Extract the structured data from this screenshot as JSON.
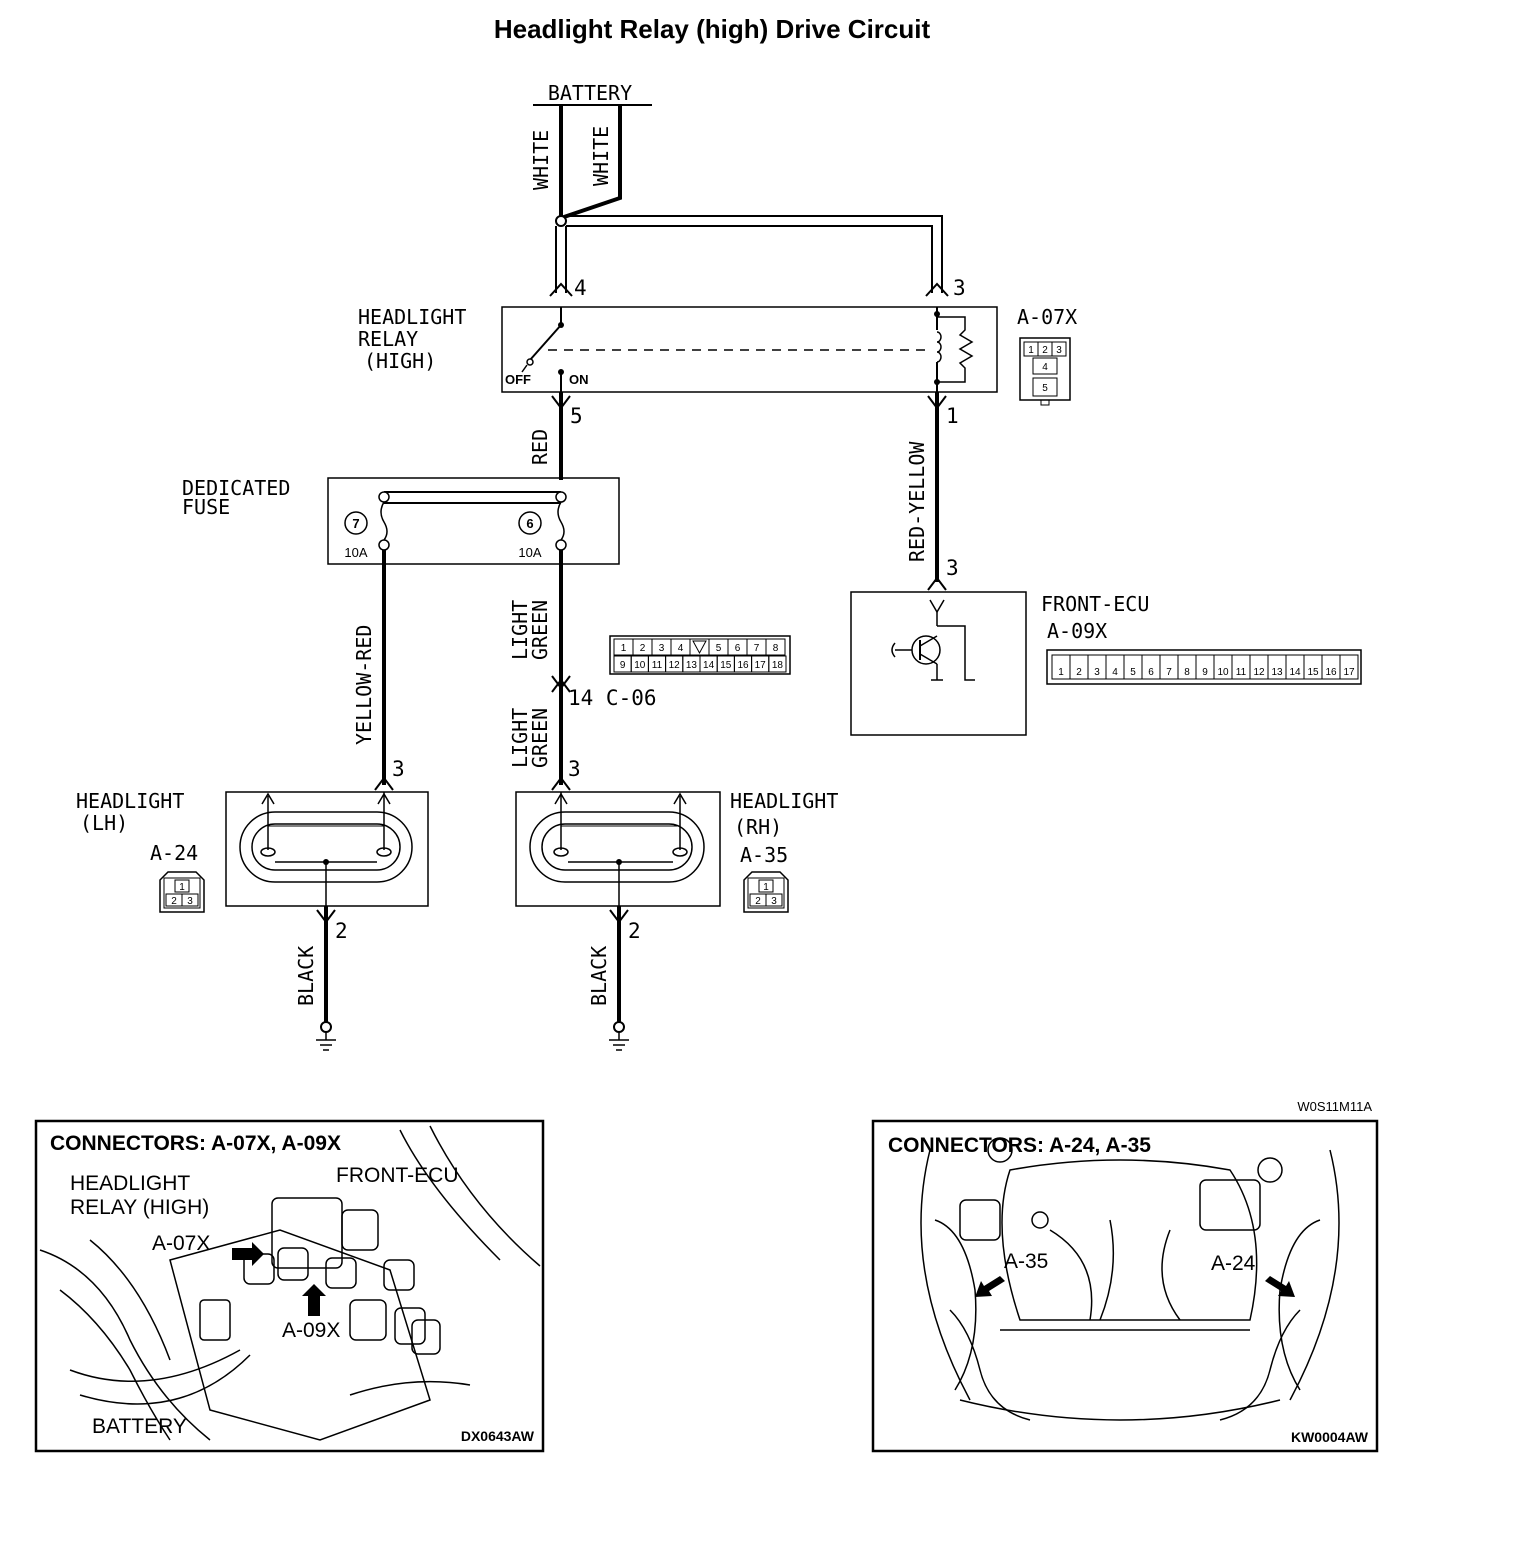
{
  "title": "Headlight Relay (high) Drive Circuit",
  "battery": "BATTERY",
  "wires": {
    "white1": "WHITE",
    "white2": "WHITE",
    "red": "RED",
    "red_yellow": "RED-YELLOW",
    "yellow_red": "YELLOW-RED",
    "light_green_top_1": "LIGHT",
    "light_green_top_2": "GREEN",
    "light_green_bot_1": "LIGHT",
    "light_green_bot_2": "GREEN",
    "black_lh": "BLACK",
    "black_rh": "BLACK"
  },
  "relay": {
    "label_1": "HEADLIGHT",
    "label_2": "RELAY",
    "label_3": "(HIGH)",
    "off": "OFF",
    "on": "ON",
    "connector": "A-07X",
    "pin4": "4",
    "pin3": "3",
    "pin5": "5",
    "pin1": "1",
    "conn_cells": [
      "1",
      "2",
      "3",
      "4",
      "5"
    ]
  },
  "fuse": {
    "label_1": "DEDICATED",
    "label_2": "FUSE",
    "num7": "7",
    "num6": "6",
    "amp7": "10A",
    "amp6": "10A"
  },
  "junction": {
    "label": "14 C-06",
    "cells_top": [
      "1",
      "2",
      "3",
      "4",
      "",
      "5",
      "6",
      "7",
      "8"
    ],
    "cells_bot": [
      "9",
      "10",
      "11",
      "12",
      "13",
      "14",
      "15",
      "16",
      "17",
      "18"
    ]
  },
  "ecu": {
    "label": "FRONT-ECU",
    "connector": "A-09X",
    "pin3": "3",
    "cells": [
      "1",
      "2",
      "3",
      "4",
      "5",
      "6",
      "7",
      "8",
      "9",
      "10",
      "11",
      "12",
      "13",
      "14",
      "15",
      "16",
      "17"
    ]
  },
  "headlight_lh": {
    "label_1": "HEADLIGHT",
    "label_2": "(LH)",
    "connector": "A-24",
    "pin3": "3",
    "pin2": "2",
    "cells": [
      "1",
      "2",
      "3"
    ]
  },
  "headlight_rh": {
    "label_1": "HEADLIGHT",
    "label_2": "(RH)",
    "connector": "A-35",
    "pin3": "3",
    "pin2": "2",
    "cells": [
      "1",
      "2",
      "3"
    ]
  },
  "drawing_code": "W0S11M11A",
  "inset_left": {
    "title": "CONNECTORS: A-07X, A-09X",
    "relay_1": "HEADLIGHT",
    "relay_2": "RELAY (HIGH)",
    "front_ecu": "FRONT-ECU",
    "a07x": "A-07X",
    "a09x": "A-09X",
    "battery": "BATTERY",
    "code": "DX0643AW"
  },
  "inset_right": {
    "title": "CONNECTORS: A-24, A-35",
    "a35": "A-35",
    "a24": "A-24",
    "code": "KW0004AW"
  }
}
